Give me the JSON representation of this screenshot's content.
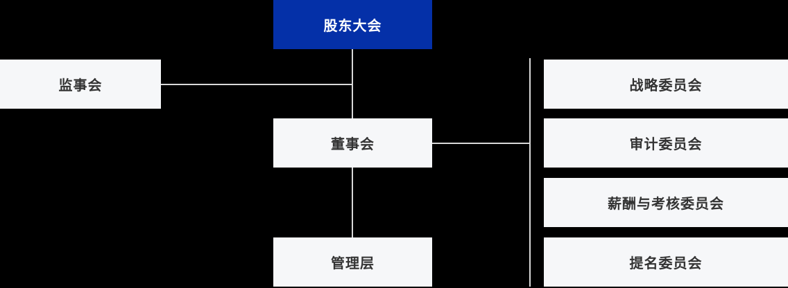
{
  "page": {
    "background_color": "#000000"
  },
  "org_chart": {
    "colors": {
      "primary_node_bg": "#0430a8",
      "primary_node_text": "#ffffff",
      "node_bg": "#f6f7f9",
      "node_text": "#333333",
      "connector": "#d9d9d9"
    },
    "nodes": [
      {
        "id": "shareholders-meeting",
        "label": "股东大会",
        "style": "primary"
      },
      {
        "id": "supervisory-board",
        "label": "监事会",
        "style": "default"
      },
      {
        "id": "board-of-directors",
        "label": "董事会",
        "style": "default"
      },
      {
        "id": "management",
        "label": "管理层",
        "style": "default"
      },
      {
        "id": "strategy-committee",
        "label": "战略委员会",
        "style": "default"
      },
      {
        "id": "audit-committee",
        "label": "审计委员会",
        "style": "default"
      },
      {
        "id": "compensation-assessment-committee",
        "label": "薪酬与考核委员会",
        "style": "default"
      },
      {
        "id": "nomination-committee",
        "label": "提名委员会",
        "style": "default"
      }
    ],
    "edges": [
      {
        "from": "shareholders-meeting",
        "to": "board-of-directors"
      },
      {
        "from": "shareholders-meeting",
        "to": "supervisory-board"
      },
      {
        "from": "board-of-directors",
        "to": "management"
      },
      {
        "from": "board-of-directors",
        "to": "strategy-committee"
      },
      {
        "from": "board-of-directors",
        "to": "audit-committee"
      },
      {
        "from": "board-of-directors",
        "to": "compensation-assessment-committee"
      },
      {
        "from": "board-of-directors",
        "to": "nomination-committee"
      }
    ]
  }
}
